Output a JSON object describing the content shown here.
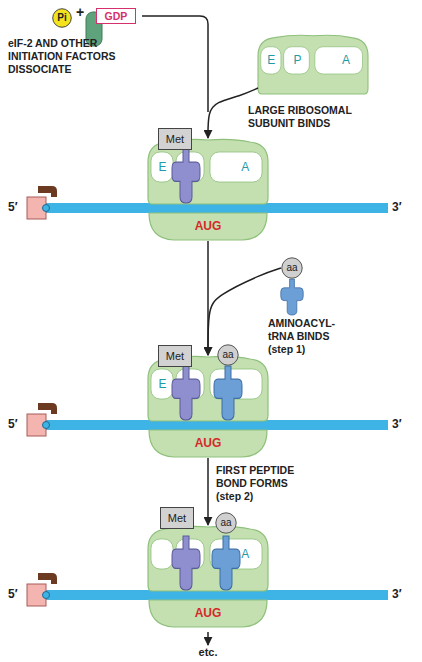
{
  "diagram": {
    "nodes": [
      {
        "text": [
          "Pi"
        ]
      },
      {
        "text": [
          "GDP"
        ]
      },
      {
        "text": [
          "E",
          "P",
          "A"
        ]
      },
      {
        "text": [
          "Met"
        ]
      },
      {
        "text": [
          "E",
          "A"
        ]
      },
      {
        "text": [
          "AUG"
        ]
      },
      {
        "text": [
          "aa"
        ]
      },
      {
        "text": [
          "Met"
        ]
      },
      {
        "text": [
          "aa"
        ]
      },
      {
        "text": [
          "E"
        ]
      },
      {
        "text": [
          "AUG"
        ]
      },
      {
        "text": [
          "Met"
        ]
      },
      {
        "text": [
          "aa"
        ]
      },
      {
        "text": [
          "A"
        ]
      },
      {
        "text": [
          "AUG"
        ]
      }
    ],
    "edges": [
      {
        "from": 2,
        "to": 4,
        "arrow": "to",
        "label": "LARGE RIBOSOMAL SUBUNIT BINDS"
      },
      {
        "from": 5,
        "to": 9,
        "arrow": "to",
        "label": "AMINOACYL-tRNA BINDS (step 1)"
      },
      {
        "from": 6,
        "to": 9,
        "arrow": "to"
      },
      {
        "from": 10,
        "to": 13,
        "arrow": "to",
        "label": "FIRST PEPTIDE BOND FORMS (step 2)"
      }
    ],
    "labels": [
      "+",
      "eIF-2 AND OTHER INITIATION FACTORS DISSOCIATE",
      "5′",
      "3′",
      "5′",
      "3′",
      "5′",
      "3′",
      "etc."
    ]
  }
}
